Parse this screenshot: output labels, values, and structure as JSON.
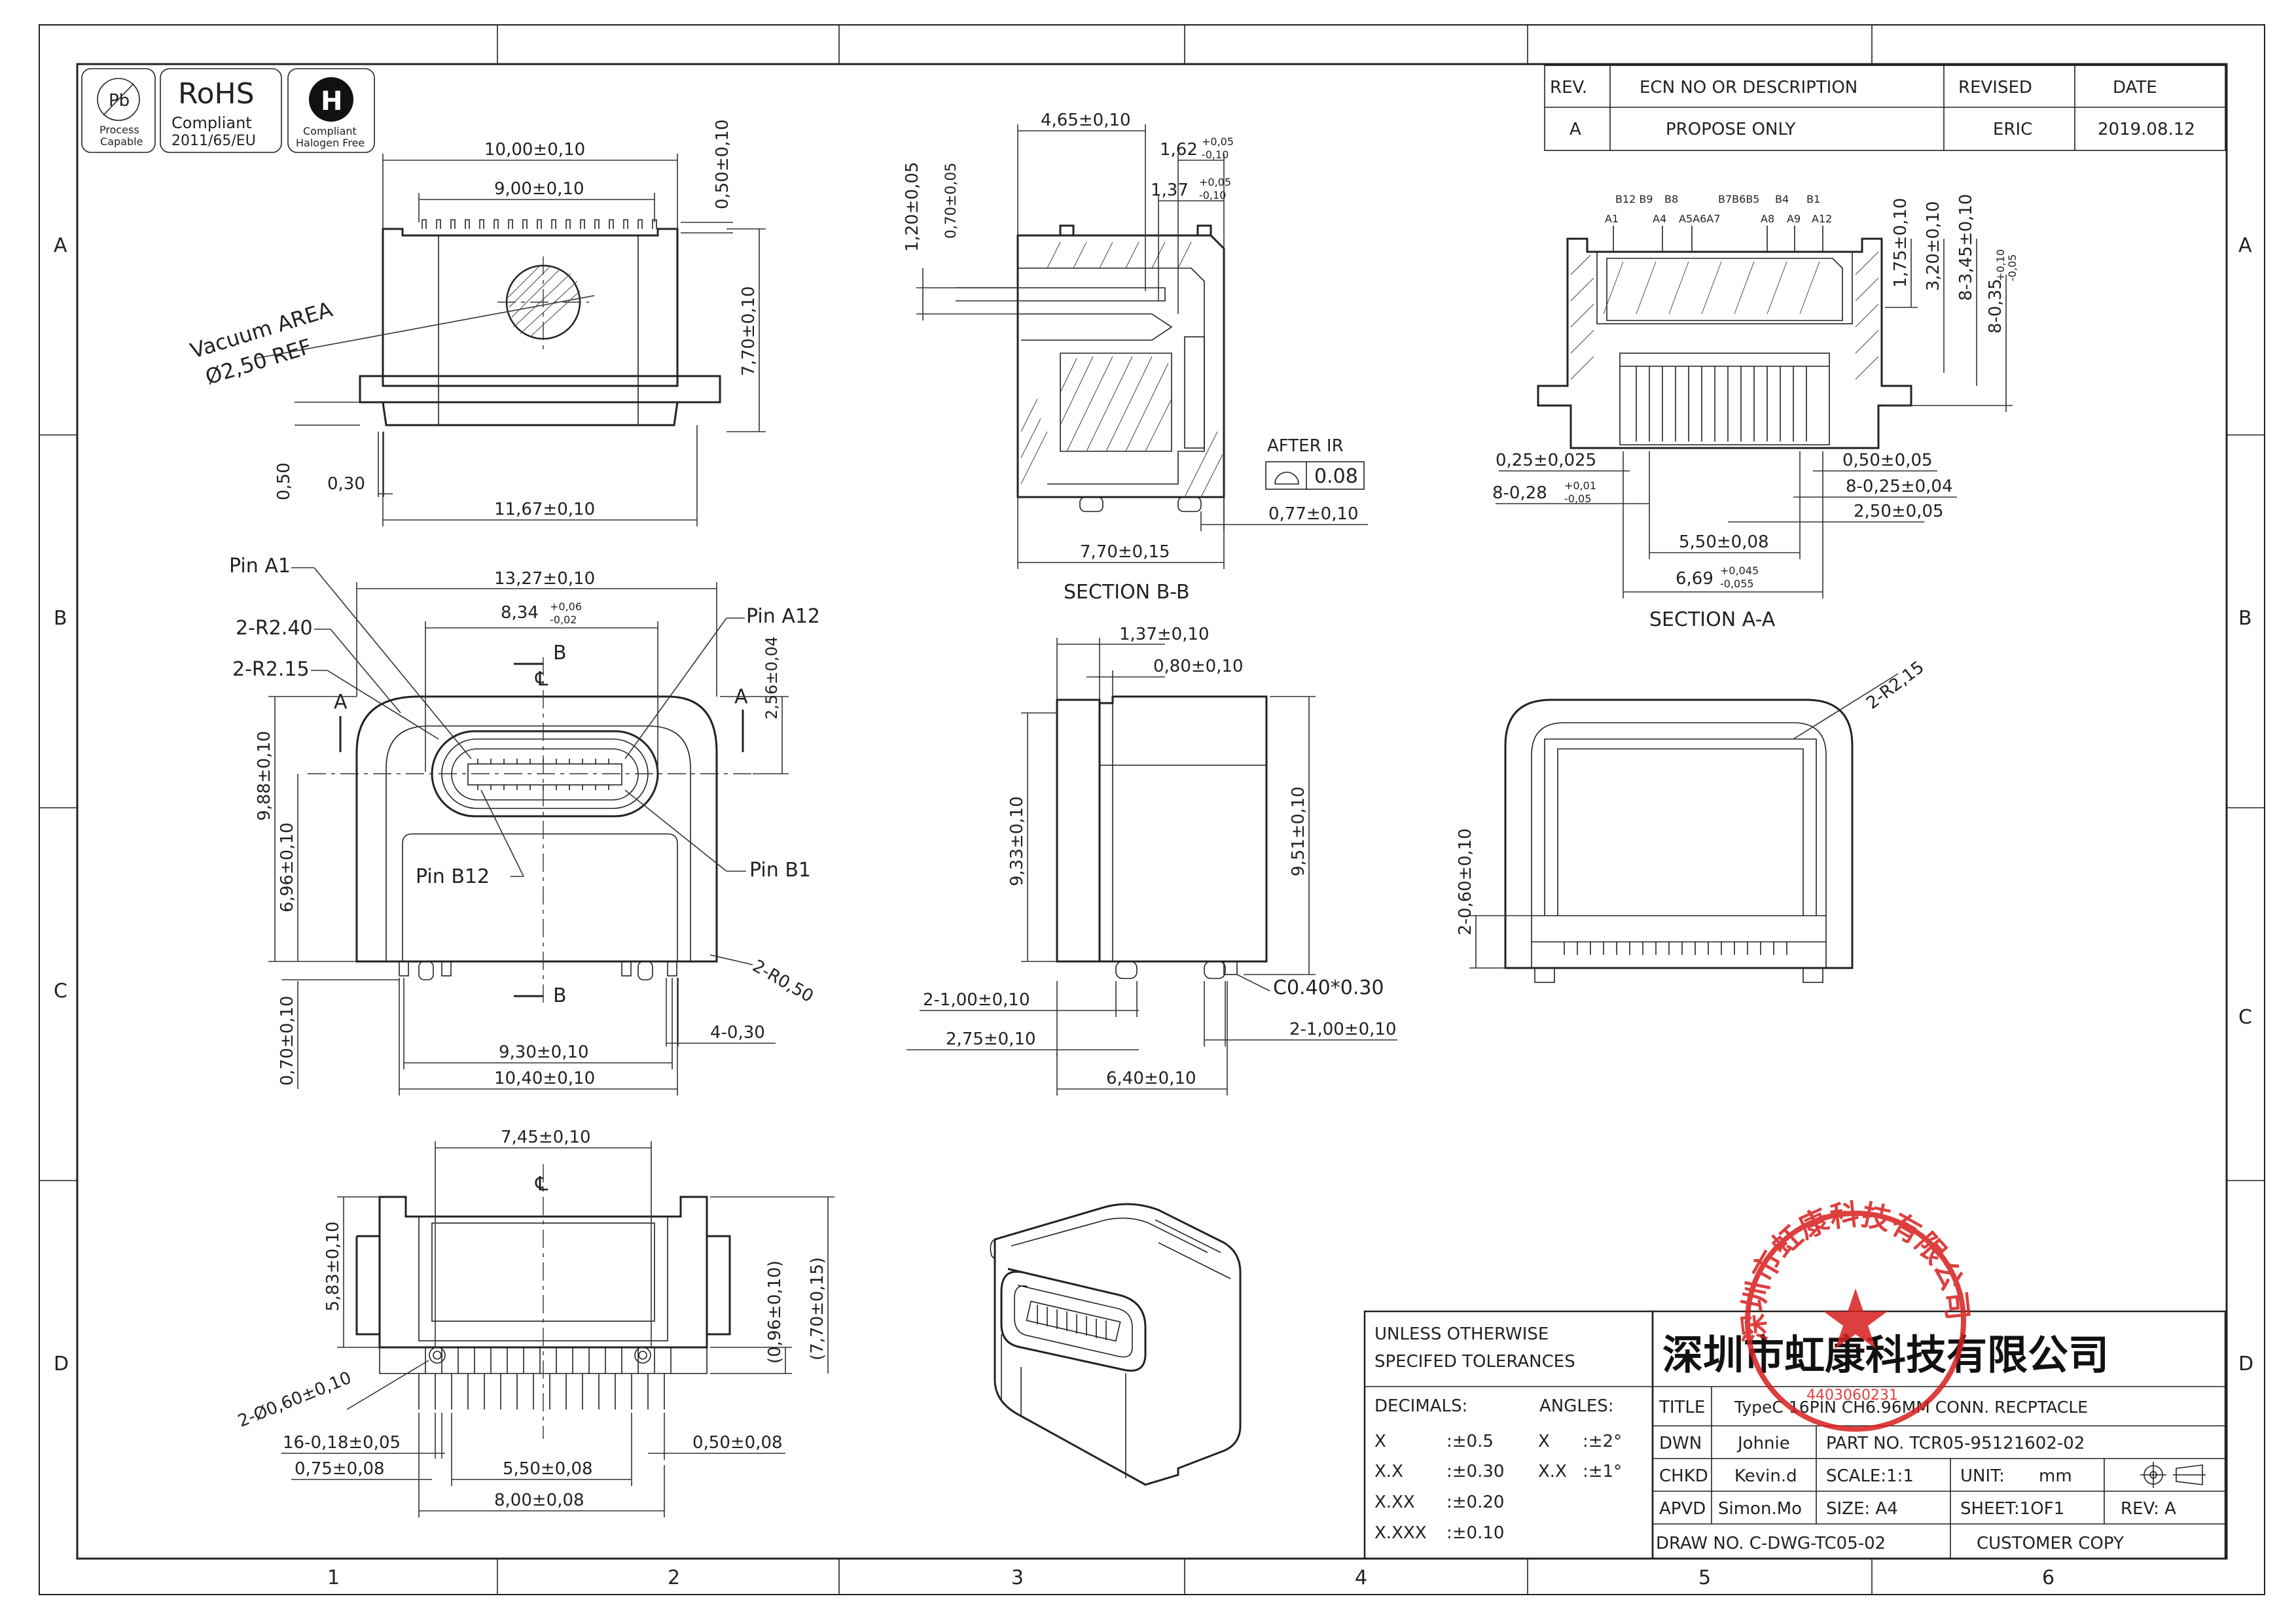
{
  "border": {
    "cols": [
      "1",
      "2",
      "3",
      "4",
      "5",
      "6"
    ],
    "rows": [
      "A",
      "B",
      "C",
      "D"
    ],
    "rows_right": [
      "A",
      "B",
      "C",
      "D"
    ]
  },
  "logos": {
    "pb_label": "Pb",
    "pb_sub1": "Process",
    "pb_sub2": "Capable",
    "rohs_title": "RoHS",
    "rohs_sub1": "Compliant",
    "rohs_sub2": "2011/65/EU",
    "halogen_mark": "H",
    "halogen_sub1": "Compliant",
    "halogen_sub2": "Halogen Free"
  },
  "revision_table": {
    "headers": [
      "REV.",
      "ECN NO OR DESCRIPTION",
      "REVISED",
      "DATE"
    ],
    "rows": [
      [
        "A",
        "PROPOSE ONLY",
        "ERIC",
        "2019.08.12"
      ]
    ]
  },
  "top_view": {
    "dims": [
      "10,00±0,10",
      "9,00±0,10",
      "0,50±0,10",
      "7,70±0,10",
      "0,50",
      "0,30",
      "11,67±0,10"
    ],
    "vacuum_line1": "Vacuum AREA",
    "vacuum_line2": "Ø2,50 REF"
  },
  "section_bb": {
    "title": "SECTION B-B",
    "dims": [
      "4,65±0,10",
      "1,62",
      "+0,05",
      "-0,10",
      "1,37",
      "+0,05",
      "-0,10",
      "1,20±0,05",
      "0,70±0,05",
      "7,70±0,15",
      "0,77±0,10"
    ],
    "after_ir": "AFTER IR",
    "flatness": "0.08"
  },
  "section_aa": {
    "title": "SECTION A-A",
    "pin_top": [
      "B12 B9",
      "B8",
      "B7B6B5",
      "B4",
      "B1"
    ],
    "pin_bottom": [
      "A1",
      "A4",
      "A5A6A7",
      "A8",
      "A9",
      "A12"
    ],
    "dims": [
      "1,75±0,10",
      "3,20±0,10",
      "8-3,45±0,10",
      "8-0,35",
      "+0,10",
      "-0,05",
      "0,25±0,025",
      "0,50±0,05",
      "8-0,28",
      "+0,01",
      "-0,05",
      "8-0,25±0,04",
      "2,50±0,05",
      "5,50±0,08",
      "6,69",
      "+0,045",
      "-0,055"
    ]
  },
  "front_view": {
    "labels": [
      "Pin A1",
      "2-R2.40",
      "2-R2.15",
      "Pin A12",
      "Pin B12",
      "Pin B1",
      "B",
      "B",
      "A",
      "A"
    ],
    "dims": [
      "13,27±0,10",
      "8,34",
      "+0,06",
      "-0,02",
      "2,56±0,04",
      "9,88±0,10",
      "6,96±0,10",
      "0,70±0,10",
      "9,30±0,10",
      "10,40±0,10",
      "4-0,30",
      "2-R0,50"
    ],
    "cl": "℄"
  },
  "side_view": {
    "dims": [
      "1,37±0,10",
      "0,80±0,10",
      "9,33±0,10",
      "9,51±0,10",
      "2-1,00±0,10",
      "2,75±0,10",
      "6,40±0,10",
      "2-1,00±0,10"
    ],
    "chamfer": "C0.40*0.30"
  },
  "rear_view": {
    "dims": [
      "2-R2,15",
      "2-0,60±0,10"
    ]
  },
  "bottom_view": {
    "dims": [
      "7,45±0,10",
      "5,83±0,10",
      "(0,96±0,10)",
      "(7,70±0,15)",
      "2-Ø0,60±0,10",
      "16-0,18±0,05",
      "0,75±0,08",
      "5,50±0,08",
      "0,50±0,08",
      "8,00±0,08"
    ],
    "cl": "℄"
  },
  "tolerance_block": {
    "title1": "UNLESS OTHERWISE",
    "title2": "SPECIFED TOLERANCES",
    "decimals": "DECIMALS:",
    "angles": "ANGLES:",
    "rows": [
      [
        "X",
        ":±0.5",
        "X",
        ":±2°"
      ],
      [
        "X.X",
        ":±0.30",
        "X.X",
        ":±1°"
      ],
      [
        "X.XX",
        ":±0.20",
        "",
        ""
      ],
      [
        "X.XXX",
        ":±0.10",
        "",
        ""
      ]
    ]
  },
  "title_block": {
    "company": "深圳市虹康科技有限公司",
    "title_label": "TITLE",
    "title_value": "TypeC 16PIN CH6.96MM CONN. RECPTACLE",
    "dwn_label": "DWN",
    "dwn_value": "Johnie",
    "part_no": "PART NO. TCR05-95121602-02",
    "chkd_label": "CHKD",
    "chkd_value": "Kevin.d",
    "scale": "SCALE:1:1",
    "unit_label": "UNIT:",
    "unit_value": "mm",
    "apvd_label": "APVD",
    "apvd_value": "Simon.Mo",
    "size": "SIZE: A4",
    "sheet": "SHEET:1OF1",
    "rev": "REV: A",
    "draw_no": "DRAW NO. C-DWG-TC05-02",
    "customer": "CUSTOMER COPY",
    "stamp_text": "深圳市虹康科技有限公司",
    "stamp_number": "4403060231"
  },
  "colors": {
    "line": "#222222",
    "stamp": "#d81e1e"
  }
}
